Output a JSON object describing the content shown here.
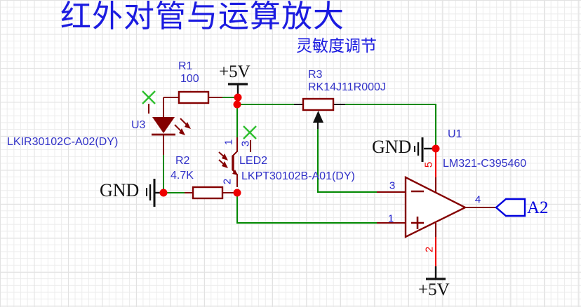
{
  "title": "红外对管与运算放大",
  "subtitle": "灵敏度调节",
  "components": {
    "r1": {
      "ref": "R1",
      "value": "100"
    },
    "r2": {
      "ref": "R2",
      "value": "4.7K"
    },
    "r3": {
      "ref": "R3",
      "value": "RK14J11R000J"
    },
    "u3": {
      "ref": "U3",
      "value": "LKIR30102C-A02(DY)"
    },
    "led2": {
      "ref": "LED2",
      "value": "LKPT30102B-A01(DY)",
      "pin1": "1",
      "pin2": "2",
      "pin3": "3"
    },
    "u1": {
      "ref": "U1",
      "value": "LM321-C395460",
      "pin_in_minus": "3",
      "pin_in_plus": "1",
      "pin_out": "4",
      "pin_v_top": "5",
      "pin_v_bottom": "2"
    }
  },
  "power": {
    "top": "+5V",
    "bottom": "+5V",
    "gnd_left": "GND",
    "gnd_right": "GND"
  },
  "net_flags": {
    "output": "A2"
  },
  "colors": {
    "wire_green": "#008800",
    "component_outline": "#840000",
    "junction_red": "#ee0000",
    "label_blue": "#3232c8",
    "title_blue": "#1b1be0",
    "flag_blue": "#0000dd",
    "no_connect_green": "#2fbf2f",
    "power_black": "#111111"
  }
}
